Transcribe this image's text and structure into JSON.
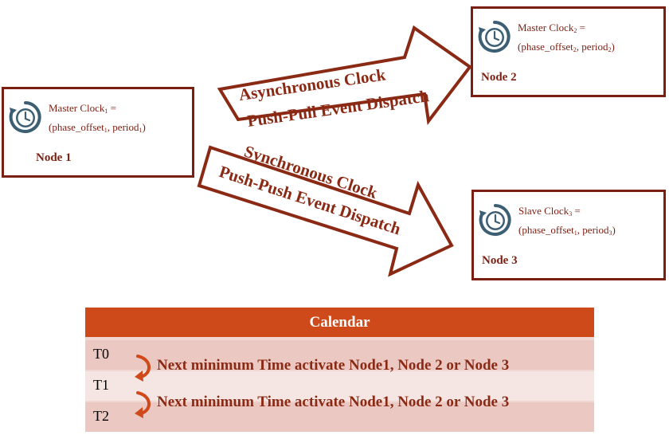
{
  "nodes": {
    "node1": {
      "clock_name": "Master Clock",
      "clock_sub": "1",
      "equals": "=",
      "phase_text": "(phase_offset",
      "phase_sub": "1",
      "period_text": ", period",
      "period_sub": "1",
      "close": ")",
      "name": "Node 1",
      "icon": "clock-icon"
    },
    "node2": {
      "clock_name": "Master Clock",
      "clock_sub": "2",
      "equals": "=",
      "phase_text": "(phase_offset",
      "phase_sub": "2",
      "period_text": ", period",
      "period_sub": "2",
      "close": ")",
      "name": "Node 2",
      "icon": "clock-icon"
    },
    "node3": {
      "clock_name": "Slave Clock",
      "clock_sub": "3",
      "equals": "=",
      "phase_text": "(phase_offset",
      "phase_sub": "1",
      "period_text": ", period",
      "period_sub": "3",
      "close": ")",
      "name": "Node 3",
      "icon": "clock-icon"
    }
  },
  "arrows": {
    "async": {
      "line1": "Asynchronous Clock",
      "line2": "Push-Pull Event Dispatch"
    },
    "sync": {
      "line1": "Synchronous Clock",
      "line2": "Push-Push Event Dispatch"
    }
  },
  "calendar": {
    "title": "Calendar",
    "rows": [
      "T0",
      "T1",
      "T2"
    ],
    "events": [
      "Next minimum Time activate Node1, Node 2 or Node 3",
      "Next minimum Time activate Node1, Node 2 or Node 3"
    ]
  },
  "colors": {
    "dark_red": "#7b1f12",
    "header_orange": "#cf4a1a",
    "row_dark": "#ebc9c2",
    "row_light": "#f6e6e3",
    "icon_blue": "#3d5f73"
  }
}
